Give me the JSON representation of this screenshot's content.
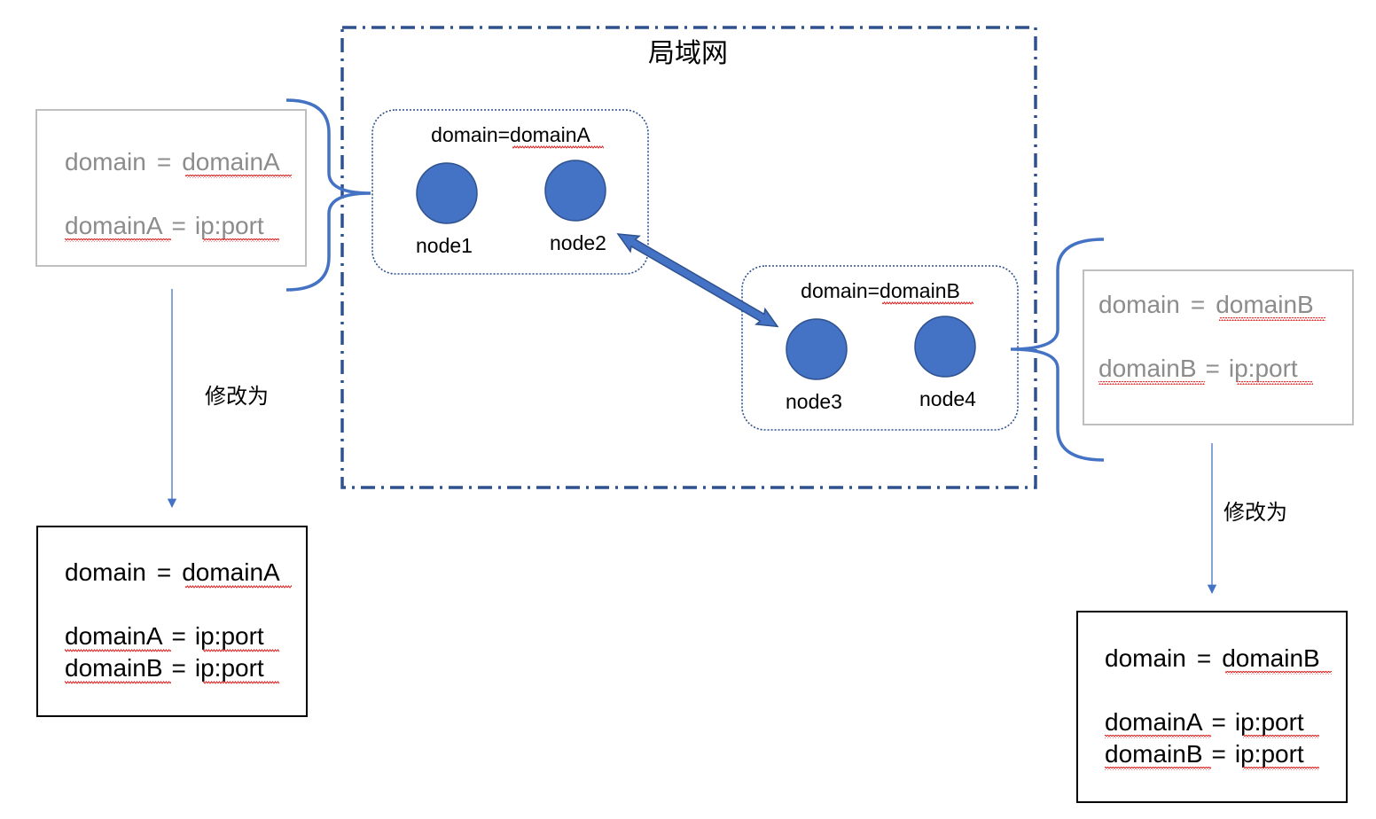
{
  "lan": {
    "title": "局域网"
  },
  "groups": [
    {
      "label_key": "domain=",
      "label_val": "domainA",
      "nodes": [
        "node1",
        "node2"
      ]
    },
    {
      "label_key": "domain=",
      "label_val": "domainB",
      "nodes": [
        "node3",
        "node4"
      ]
    }
  ],
  "config_left_before": {
    "line1_key": "domain",
    "line1_eq": "=",
    "line1_val": "domainA",
    "line2_key": "domainA",
    "line2_eq": "=",
    "line2_val": "ip:port"
  },
  "config_left_after": {
    "line1_key": "domain",
    "line1_eq": "=",
    "line1_val": "domainA",
    "line2_key": "domainA",
    "line2_eq": "=",
    "line2_val": "ip:port",
    "line3_key": "domainB",
    "line3_eq": "=",
    "line3_val": "ip:port"
  },
  "config_right_before": {
    "line1_key": "domain",
    "line1_eq": "=",
    "line1_val": "domainB",
    "line2_key": "domainB",
    "line2_eq": "=",
    "line2_val": "ip:port"
  },
  "config_right_after": {
    "line1_key": "domain",
    "line1_eq": "=",
    "line1_val": "domainB",
    "line2_key": "domainA",
    "line2_eq": "=",
    "line2_val": "ip:port",
    "line3_key": "domainB",
    "line3_eq": "=",
    "line3_val": "ip:port"
  },
  "arrow_labels": {
    "left": "修改为",
    "right": "修改为"
  },
  "colors": {
    "node_fill": "#4472C4",
    "node_stroke": "#2F528F",
    "lan_border": "#2F528F",
    "brace": "#4472C4",
    "arrow": "#4472C4",
    "gray_text": "#8C8C8C",
    "gray_border": "#BFBFBF",
    "spell": "#E02020"
  }
}
